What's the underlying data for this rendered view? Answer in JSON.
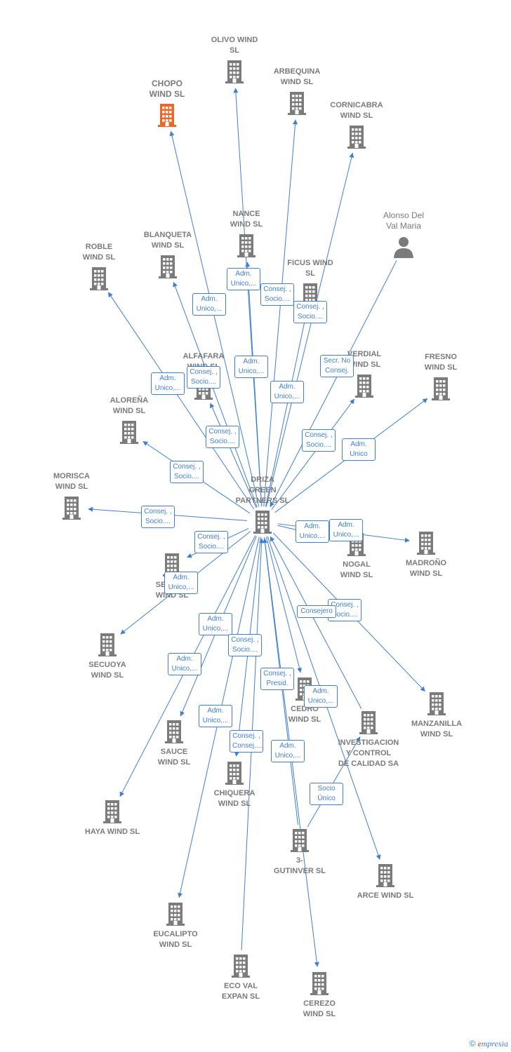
{
  "center": "driza",
  "colors": {
    "edge": "#3f7fd1",
    "building": "#7b7b7b",
    "highlight": "#f26528",
    "person": "#7b7b7b"
  },
  "nodes": [
    {
      "id": "driza",
      "label": "DRIZA\nGREEN\nPARTNERS  SL",
      "type": "company"
    },
    {
      "id": "olivo",
      "label": "OLIVO WIND\nSL",
      "type": "company"
    },
    {
      "id": "arbequina",
      "label": "ARBEQUINA\nWIND  SL",
      "type": "company"
    },
    {
      "id": "chopo",
      "label": "CHOPO\nWIND  SL",
      "type": "company-highlight"
    },
    {
      "id": "cornicabra",
      "label": "CORNICABRA\nWIND  SL",
      "type": "company"
    },
    {
      "id": "nance",
      "label": "NANCE\nWIND  SL",
      "type": "company"
    },
    {
      "id": "alonso",
      "label": "Alonso Del\nVal Maria",
      "type": "person"
    },
    {
      "id": "blanqueta",
      "label": "BLANQUETA\nWIND  SL",
      "type": "company"
    },
    {
      "id": "roble",
      "label": "ROBLE\nWIND  SL",
      "type": "company"
    },
    {
      "id": "ficus",
      "label": "FICUS WIND\nSL",
      "type": "company"
    },
    {
      "id": "alfafara",
      "label": "ALFAFARA\nWIND  SL",
      "type": "company"
    },
    {
      "id": "verdial",
      "label": "VERDIAL\nWIND  SL",
      "type": "company"
    },
    {
      "id": "fresno",
      "label": "FRESNO\nWIND  SL",
      "type": "company"
    },
    {
      "id": "alorena",
      "label": "ALOREÑA\nWIND  SL",
      "type": "company"
    },
    {
      "id": "morisca",
      "label": "MORISCA\nWIND  SL",
      "type": "company"
    },
    {
      "id": "nogal",
      "label": "NOGAL\nWIND  SL",
      "type": "company"
    },
    {
      "id": "madrono",
      "label": "MADROÑO\nWIND  SL",
      "type": "company"
    },
    {
      "id": "sevilla",
      "label": "SEVILLA\nWIND  SL",
      "type": "company"
    },
    {
      "id": "secuoya",
      "label": "SECUOYA\nWIND  SL",
      "type": "company"
    },
    {
      "id": "cedro",
      "label": "CEDRO\nWIND  SL",
      "type": "company"
    },
    {
      "id": "manzanilla",
      "label": "MANZANILLA\nWIND  SL",
      "type": "company"
    },
    {
      "id": "sauce",
      "label": "SAUCE\nWIND  SL",
      "type": "company"
    },
    {
      "id": "investigacion",
      "label": "INVESTIGACION\nY CONTROL\nDE CALIDAD SA",
      "type": "company"
    },
    {
      "id": "chiquera",
      "label": "CHIQUERA\nWIND  SL",
      "type": "company"
    },
    {
      "id": "haya",
      "label": "HAYA WIND  SL",
      "type": "company"
    },
    {
      "id": "gutinver",
      "label": "3-\nGUTINVER SL",
      "type": "company"
    },
    {
      "id": "arce",
      "label": "ARCE WIND  SL",
      "type": "company"
    },
    {
      "id": "eucalipto",
      "label": "EUCALIPTO\nWIND  SL",
      "type": "company"
    },
    {
      "id": "ecoval",
      "label": "ECO VAL\nEXPAN  SL",
      "type": "company"
    },
    {
      "id": "cerezo",
      "label": "CEREZO\nWIND  SL",
      "type": "company"
    }
  ],
  "edges": [
    {
      "from": "driza",
      "to": "olivo",
      "label": "Adm.\nUnico,..."
    },
    {
      "from": "driza",
      "to": "arbequina",
      "label": "Consej. ,\nSocio...."
    },
    {
      "from": "driza",
      "to": "chopo",
      "label": "Adm.\nUnico,..."
    },
    {
      "from": "driza",
      "to": "cornicabra",
      "label": "Consej. ,\nSocio...."
    },
    {
      "from": "driza",
      "to": "nance",
      "label": "Adm.\nUnico,..."
    },
    {
      "from": "driza",
      "to": "blanqueta",
      "label": "Consej. ,\nSocio...."
    },
    {
      "from": "driza",
      "to": "roble",
      "label": "Adm.\nUnico,..."
    },
    {
      "from": "driza",
      "to": "ficus",
      "label": "Adm.\nUnico,..."
    },
    {
      "from": "driza",
      "to": "alfafara",
      "label": "Consej. ,\nSocio...."
    },
    {
      "from": "driza",
      "to": "verdial",
      "label": "Consej. ,\nSocio...."
    },
    {
      "from": "driza",
      "to": "fresno",
      "label": "Adm.\nUnico"
    },
    {
      "from": "alonso",
      "to": "driza",
      "label": "Secr.  No\nConsej."
    },
    {
      "from": "driza",
      "to": "alorena",
      "label": "Consej. ,\nSocio...."
    },
    {
      "from": "driza",
      "to": "morisca",
      "label": "Consej. ,\nSocio...."
    },
    {
      "from": "driza",
      "to": "nogal",
      "label": "Adm.\nUnico,..."
    },
    {
      "from": "driza",
      "to": "madrono",
      "label": "Adm.\nUnico,..."
    },
    {
      "from": "driza",
      "to": "sevilla",
      "label": "Consej. ,\nSocio...."
    },
    {
      "from": "driza",
      "to": "secuoya",
      "label": "Adm.\nUnico,..."
    },
    {
      "from": "driza",
      "to": "cedro",
      "label": "Adm.\nUnico,..."
    },
    {
      "from": "driza",
      "to": "manzanilla",
      "label": "Consej. ,\nSocio...."
    },
    {
      "from": "driza",
      "to": "sauce",
      "label": "Adm.\nUnico,..."
    },
    {
      "from": "investigacion",
      "to": "driza",
      "label": "Consejero"
    },
    {
      "from": "driza",
      "to": "chiquera",
      "label": "Consej. ,\nSocio...."
    },
    {
      "from": "driza",
      "to": "haya",
      "label": "Adm.\nUnico,..."
    },
    {
      "from": "gutinver",
      "to": "driza",
      "label": "Consej. ,\nPresid."
    },
    {
      "from": "driza",
      "to": "arce",
      "label": "Adm.\nUnico,..."
    },
    {
      "from": "driza",
      "to": "eucalipto",
      "label": "Adm.\nUnico,..."
    },
    {
      "from": "ecoval",
      "to": "driza",
      "label": "Consej. ,\nConsej...."
    },
    {
      "from": "driza",
      "to": "cerezo",
      "label": "Adm.\nUnico,..."
    },
    {
      "from": "gutinver",
      "to": "investigacion",
      "label": "Socio\nÚnico"
    }
  ],
  "footer": {
    "copyright": "©",
    "brand_initial": "e",
    "brand_rest": "mpresia"
  }
}
